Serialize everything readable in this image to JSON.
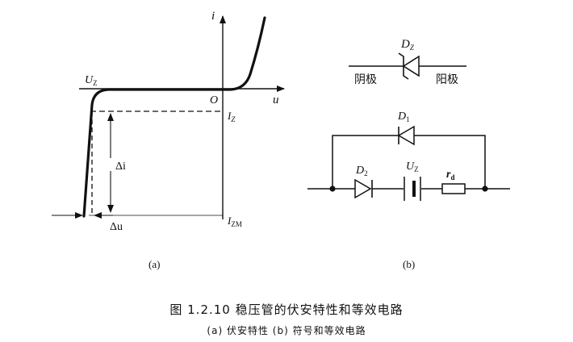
{
  "graph_a": {
    "axis_i": "i",
    "axis_u": "u",
    "origin": "O",
    "uz_main": "U",
    "uz_sub": "Z",
    "iz_main": "I",
    "iz_sub": "Z",
    "izm_main": "I",
    "izm_sub": "ZM",
    "delta_i": "Δi",
    "delta_u": "Δu",
    "label": "(a)"
  },
  "graph_b": {
    "dz_main": "D",
    "dz_sub": "Z",
    "cathode_label": "阴极",
    "anode_label": "阳极",
    "d1_main": "D",
    "d1_sub": "1",
    "d2_main": "D",
    "d2_sub": "2",
    "uz_main": "U",
    "uz_sub": "Z",
    "rd_main": "r",
    "rd_sub": "d",
    "label": "(b)"
  },
  "caption": {
    "title": "图 1.2.10   稳压管的伏安特性和等效电路",
    "subtitle": "(a) 伏安特性  (b) 符号和等效电路"
  }
}
